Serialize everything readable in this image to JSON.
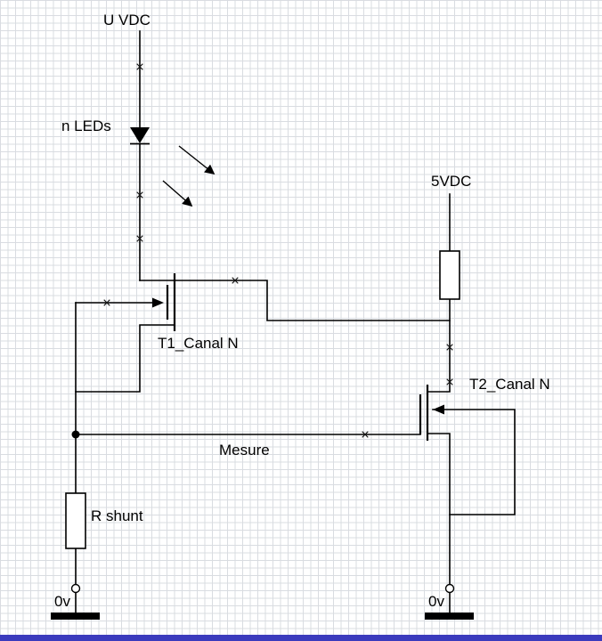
{
  "colors": {
    "background": "#ffffff",
    "grid_line": "#d9dce1",
    "wire": "#000000",
    "bottom_bar": "#3b3bbd"
  },
  "labels": {
    "top_supply": "U VDC",
    "led_count": "n LEDs",
    "aux_supply": "5VDC",
    "transistor1": "T1_Canal N",
    "transistor2": "T2_Canal N",
    "measure_net": "Mesure",
    "shunt_resistor": "R shunt",
    "ground_left": "0v",
    "ground_right": "0v"
  },
  "symbols": {
    "led": "led-diode-symbol",
    "light_arrows": "light-emission-arrow-icons",
    "mosfet_t1": "n-channel-mosfet-symbol",
    "mosfet_t2": "n-channel-mosfet-symbol",
    "pullup_resistor": "resistor-symbol",
    "shunt_resistor": "resistor-symbol",
    "junction": "junction-dot",
    "open_terminal": "terminal-circle",
    "ground": "ground-bar-symbol",
    "connection_marker": "x-junction-marker"
  }
}
